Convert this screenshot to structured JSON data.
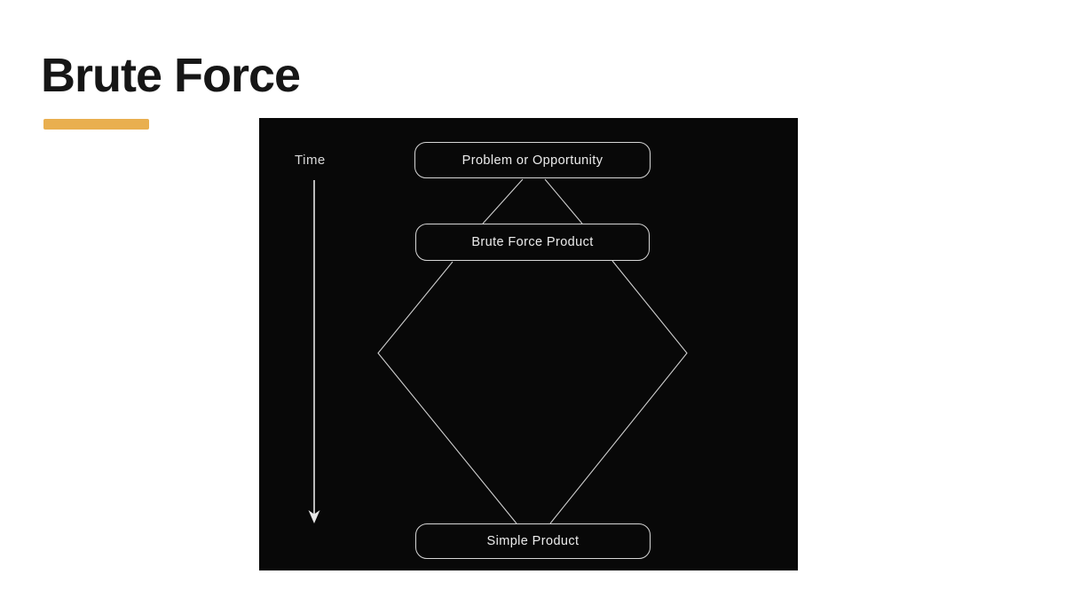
{
  "slide": {
    "title": "Brute Force",
    "accent_color": "#E9AF4F",
    "background_color": "#ffffff"
  },
  "diagram": {
    "panel_color": "#080808",
    "line_color": "#cfcfcf",
    "text_color": "#ececec",
    "time_label": "Time",
    "nodes": {
      "top": "Problem or Opportunity",
      "middle": "Brute Force Product",
      "bottom": "Simple Product"
    },
    "flow": "Problem or Opportunity -> Brute Force Product -> (wide diamond of effort) -> Simple Product, with a downward Time arrow on the left"
  }
}
